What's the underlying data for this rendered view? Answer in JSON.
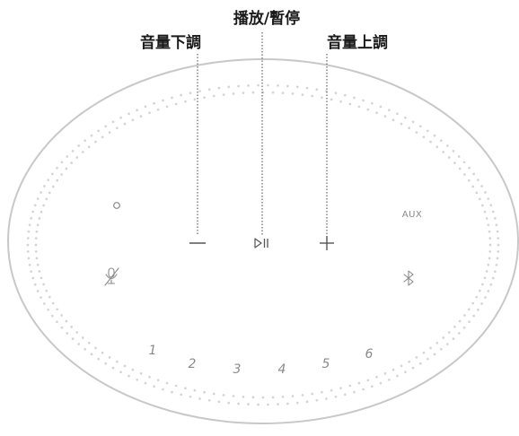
{
  "callouts": {
    "play_pause": "播放/暫停",
    "volume_down": "音量下調",
    "volume_up": "音量上調"
  },
  "speaker": {
    "aux_label": "AUX",
    "presets": [
      "1",
      "2",
      "3",
      "4",
      "5",
      "6"
    ],
    "icons": {
      "power": "power-icon",
      "volume_down": "minus-icon",
      "play_pause": "play-pause-icon",
      "volume_up": "plus-icon",
      "mic_off": "microphone-off-icon",
      "bluetooth": "bluetooth-icon"
    }
  },
  "colors": {
    "outline": "#c8c8c8",
    "dots": "#d4d4d4",
    "icon": "#777777",
    "button": "#555555",
    "text": "#1a1a1a"
  }
}
